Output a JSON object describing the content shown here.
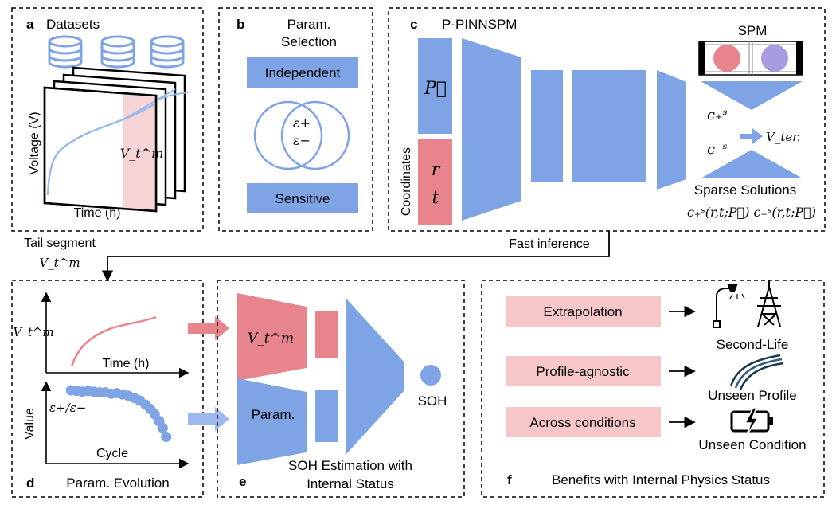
{
  "panel_a": {
    "letter": "a",
    "title": "Datasets",
    "ylabel": "Voltage (V)",
    "xlabel": "Time (h)",
    "highlight_label": "V_t^m"
  },
  "panel_b": {
    "letter": "b",
    "title_line1": "Param.",
    "title_line2": "Selection",
    "box1": "Independent",
    "venn_top": "ε+",
    "venn_bottom": "ε−",
    "box2": "Sensitive"
  },
  "panel_c": {
    "letter": "c",
    "title": "P-PINNSPM",
    "input_p": "P⃗",
    "input_r": "r",
    "input_t": "t",
    "coordinates_label": "Coordinates",
    "spm_label": "SPM",
    "c_plus": "c₊ˢ",
    "c_minus": "c₋ˢ",
    "v_ter": "V_ter.",
    "sparse_title": "Sparse Solutions",
    "sparse_eq": "c₊ˢ(r,t;P⃗) c₋ˢ(r,t;P⃗)",
    "spm_colors": {
      "left": "#e8848c",
      "right": "#a99be0"
    }
  },
  "flow": {
    "tail_segment": "Tail segment",
    "tail_v": "V_t^m",
    "fast_inference": "Fast inference"
  },
  "panel_d": {
    "letter": "d",
    "title": "Param. Evolution",
    "top_ylabel": "V_t^m",
    "top_xlabel": "Time (h)",
    "bottom_ylabel": "Value",
    "bottom_xlabel": "Cycle",
    "bottom_legend": "ε+/ε−",
    "scatter_points": [
      [
        0.05,
        0.93
      ],
      [
        0.1,
        0.92
      ],
      [
        0.15,
        0.91
      ],
      [
        0.2,
        0.92
      ],
      [
        0.25,
        0.91
      ],
      [
        0.3,
        0.9
      ],
      [
        0.35,
        0.9
      ],
      [
        0.4,
        0.88
      ],
      [
        0.45,
        0.89
      ],
      [
        0.5,
        0.87
      ],
      [
        0.55,
        0.85
      ],
      [
        0.6,
        0.82
      ],
      [
        0.65,
        0.78
      ],
      [
        0.7,
        0.72
      ],
      [
        0.74,
        0.66
      ],
      [
        0.78,
        0.58
      ],
      [
        0.82,
        0.48
      ],
      [
        0.85,
        0.38
      ],
      [
        0.88,
        0.25
      ]
    ]
  },
  "panel_e": {
    "letter": "e",
    "top_input": "V_t^m",
    "bottom_input": "Param.",
    "output": "SOH",
    "title_line1": "SOH Estimation with",
    "title_line2": "Internal Status"
  },
  "panel_f": {
    "letter": "f",
    "items": [
      {
        "label": "Extrapolation",
        "result": "Second-Life"
      },
      {
        "label": "Profile-agnostic",
        "result": "Unseen Profile"
      },
      {
        "label": "Across conditions",
        "result": "Unseen Condition"
      }
    ],
    "title": "Benefits with Internal Physics Status"
  },
  "colors": {
    "blue": "#7ea4e6",
    "red": "#e8848c",
    "pink_box": "#f7c6c8",
    "pink_highlight": "#f6d4d6",
    "curve_blue": "#9cb8ee"
  }
}
